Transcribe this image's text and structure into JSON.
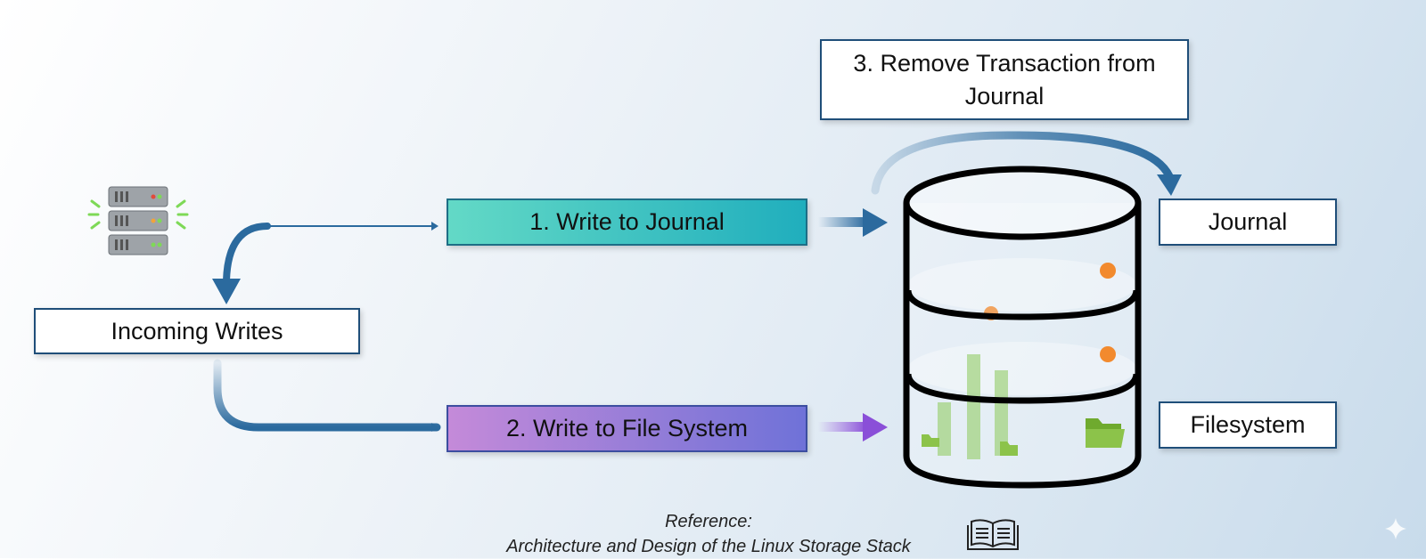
{
  "steps": {
    "step1": "1. Write to Journal",
    "step2": "2. Write to File System",
    "step3": "3. Remove Transaction from Journal"
  },
  "labels": {
    "incoming": "Incoming Writes",
    "journal": "Journal",
    "filesystem": "Filesystem"
  },
  "reference": {
    "heading": "Reference:",
    "title": "Architecture and Design of the Linux Storage Stack"
  },
  "icons": [
    "server-icon",
    "database-icon",
    "folder-icon",
    "book-icon",
    "sparkle-icon"
  ],
  "colors": {
    "arrow": "#2b6a9e",
    "dot": "#f28a2e",
    "green": "#8cc34a"
  }
}
